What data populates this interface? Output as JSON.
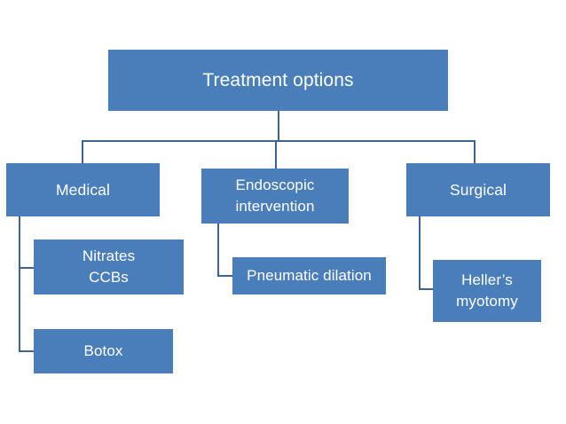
{
  "diagram": {
    "title": "Treatment options",
    "type": "flowchart",
    "orientation": "top-down",
    "colors": {
      "node_fill": "#4a7ebb",
      "node_text": "#ffffff",
      "connector": "#3c6394",
      "background": "#ffffff"
    },
    "nodes": {
      "root": {
        "label": "Treatment options",
        "level": 1
      },
      "medical": {
        "label": "Medical",
        "level": 2
      },
      "endoscopic": {
        "line1": "Endoscopic",
        "line2": "intervention",
        "level": 2
      },
      "surgical": {
        "label": "Surgical",
        "level": 2
      },
      "nitrates": {
        "line1": "Nitrates",
        "line2": "CCBs",
        "level": 3
      },
      "botox": {
        "label": "Botox",
        "level": 3
      },
      "pneumatic": {
        "label": "Pneumatic dilation",
        "level": 3
      },
      "heller": {
        "line1": "Heller’s",
        "line2": "myotomy",
        "level": 3
      }
    },
    "edges": [
      {
        "from": "root",
        "to": "medical"
      },
      {
        "from": "root",
        "to": "endoscopic"
      },
      {
        "from": "root",
        "to": "surgical"
      },
      {
        "from": "medical",
        "to": "nitrates"
      },
      {
        "from": "medical",
        "to": "botox"
      },
      {
        "from": "endoscopic",
        "to": "pneumatic"
      },
      {
        "from": "surgical",
        "to": "heller"
      }
    ]
  }
}
